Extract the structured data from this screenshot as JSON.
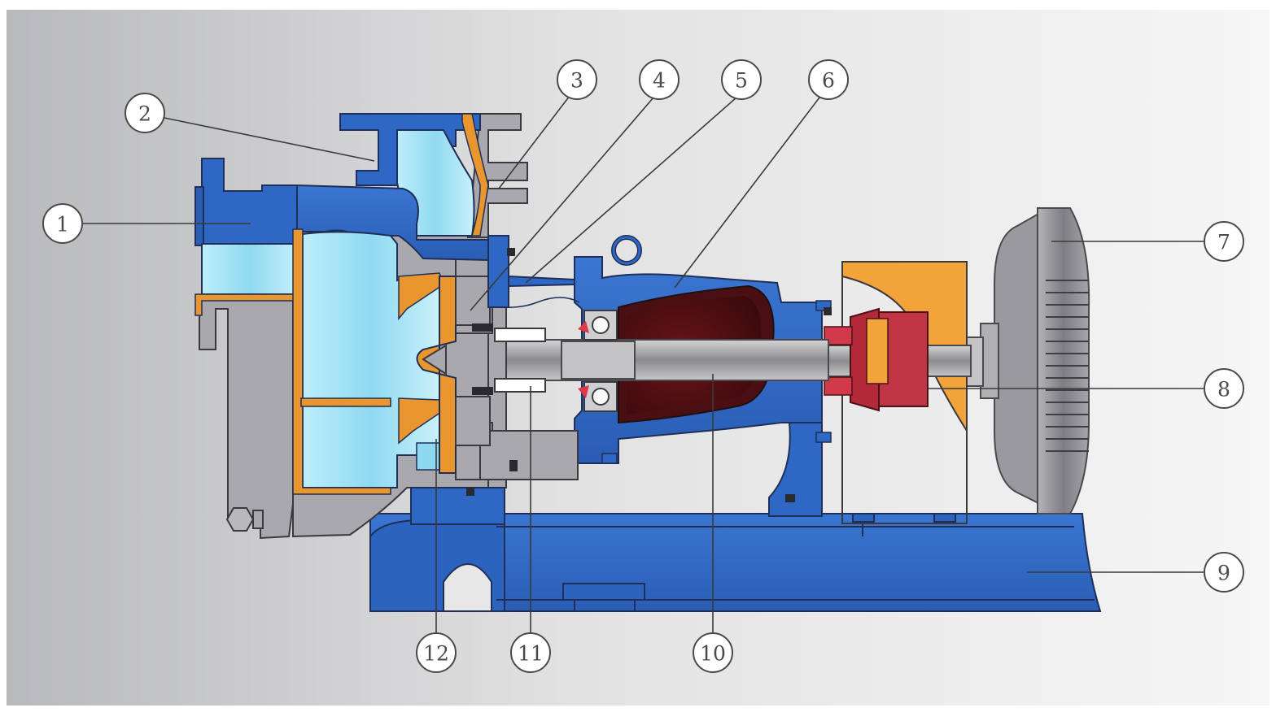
{
  "diagram": {
    "type": "pump-cross-section",
    "colors": {
      "casing_blue": "#2f67c4",
      "fluid_cyan": "#9fe0f2",
      "lining_orange": "#e9962f",
      "guard_orange": "#f2a33a",
      "coupling_red": "#b22a3a",
      "bearing_dark": "#4a0f12",
      "steel_gray": "#a9a9ad",
      "motor_gray": "#8f8f94",
      "background_left": "#b9babd",
      "background_right": "#f4f4f4"
    },
    "callouts": [
      {
        "id": "c1",
        "label": "1"
      },
      {
        "id": "c2",
        "label": "2"
      },
      {
        "id": "c3",
        "label": "3"
      },
      {
        "id": "c4",
        "label": "4"
      },
      {
        "id": "c5",
        "label": "5"
      },
      {
        "id": "c6",
        "label": "6"
      },
      {
        "id": "c7",
        "label": "7"
      },
      {
        "id": "c8",
        "label": "8"
      },
      {
        "id": "c9",
        "label": "9"
      },
      {
        "id": "c10",
        "label": "10"
      },
      {
        "id": "c11",
        "label": "11"
      },
      {
        "id": "c12",
        "label": "12"
      }
    ]
  }
}
